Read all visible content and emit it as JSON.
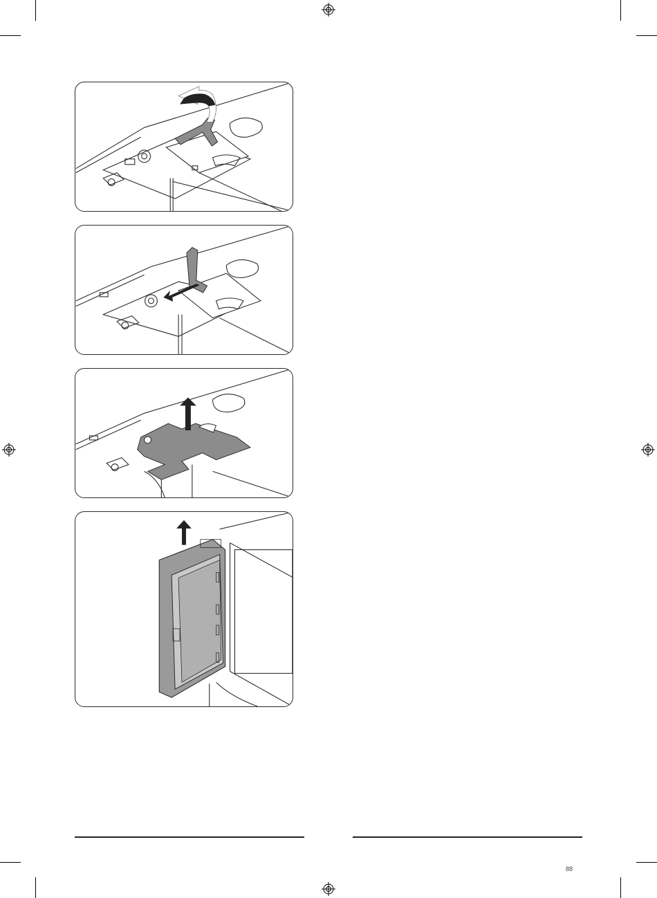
{
  "page": {
    "page_number": "88"
  },
  "figures": [
    {
      "id": "step-1",
      "description_icon": "rotate-hinge-lever-arrow-icon"
    },
    {
      "id": "step-2",
      "description_icon": "pull-lever-arrow-icon"
    },
    {
      "id": "step-3",
      "description_icon": "lift-hinge-arrow-icon"
    },
    {
      "id": "step-4",
      "description_icon": "lift-door-arrow-icon"
    }
  ],
  "colors": {
    "line": "#2b2b2b",
    "part_fill": "#8c8c8c",
    "door_fill": "#9a9a9a"
  }
}
